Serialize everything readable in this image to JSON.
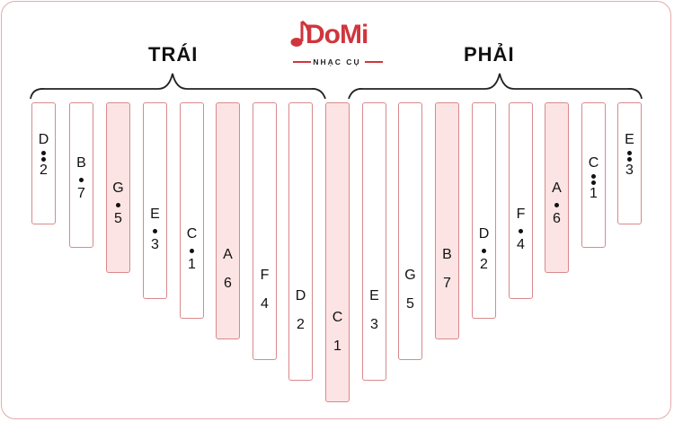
{
  "logo": {
    "text": "DoMi",
    "subtitle": "NHẠC CỤ"
  },
  "headings": {
    "left": "TRÁI",
    "right": "PHẢI"
  },
  "colors": {
    "accent": "#d0353d",
    "border": "#d9898c",
    "highlight": "#fce4e4"
  },
  "tines": [
    {
      "note": "D",
      "number": "2",
      "octave_dots": 2,
      "highlighted": false
    },
    {
      "note": "B",
      "number": "7",
      "octave_dots": 1,
      "highlighted": false
    },
    {
      "note": "G",
      "number": "5",
      "octave_dots": 1,
      "highlighted": true
    },
    {
      "note": "E",
      "number": "3",
      "octave_dots": 1,
      "highlighted": false
    },
    {
      "note": "C",
      "number": "1",
      "octave_dots": 1,
      "highlighted": false
    },
    {
      "note": "A",
      "number": "6",
      "octave_dots": 0,
      "highlighted": true
    },
    {
      "note": "F",
      "number": "4",
      "octave_dots": 0,
      "highlighted": false
    },
    {
      "note": "D",
      "number": "2",
      "octave_dots": 0,
      "highlighted": false
    },
    {
      "note": "C",
      "number": "1",
      "octave_dots": 0,
      "highlighted": true
    },
    {
      "note": "E",
      "number": "3",
      "octave_dots": 0,
      "highlighted": false
    },
    {
      "note": "G",
      "number": "5",
      "octave_dots": 0,
      "highlighted": false
    },
    {
      "note": "B",
      "number": "7",
      "octave_dots": 0,
      "highlighted": true
    },
    {
      "note": "D",
      "number": "2",
      "octave_dots": 1,
      "highlighted": false
    },
    {
      "note": "F",
      "number": "4",
      "octave_dots": 1,
      "highlighted": false
    },
    {
      "note": "A",
      "number": "6",
      "octave_dots": 1,
      "highlighted": true
    },
    {
      "note": "C",
      "number": "1",
      "octave_dots": 2,
      "highlighted": false
    },
    {
      "note": "E",
      "number": "3",
      "octave_dots": 2,
      "highlighted": false
    }
  ]
}
